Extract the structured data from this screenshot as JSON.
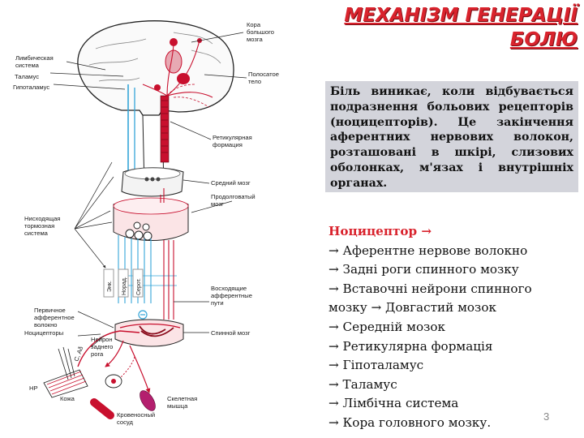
{
  "title_lines": [
    "МЕХАНІЗМ ГЕНЕРАЦІЇ",
    "БОЛЮ"
  ],
  "description": "Біль виникає, коли відбувається подразнення больових рецепторів (ноцицепторів). Це закінчення аферентних нервових волокон, розташовані в шкірі, слизових оболонках, м'язах і внутрішніх органах.",
  "chain": {
    "head": "Ноцицептор →",
    "steps": [
      "→ Аферентне нервове волокно",
      "→ Задні роги спинного мозку",
      "→ Вставочні нейрони спинного",
      "мозку → Довгастий мозок",
      "→ Середній мозок",
      "→ Ретикулярна формація",
      "→ Гіпоталамус",
      "→ Таламус",
      "→ Лімбічна система",
      "→ Кора головного мозку."
    ]
  },
  "page_number": "3",
  "diagram_labels": {
    "limbic": [
      "Лимбическая",
      "система"
    ],
    "thalamus": "Таламус",
    "hypothalamus": "Гипоталамус",
    "cortex": [
      "Кора",
      "большого",
      "мозга"
    ],
    "striatum": [
      "Полосатое",
      "тело"
    ],
    "reticular": [
      "Ретикулярная",
      "формация"
    ],
    "midbrain": "Средний мозг",
    "medulla": [
      "Продолговатый",
      "мозг"
    ],
    "descending": [
      "Нисходящая",
      "тормозная",
      "система"
    ],
    "ascending": [
      "Восходящие",
      "афферентные",
      "пути"
    ],
    "primary": [
      "Первичное",
      "афферентное",
      "волокно"
    ],
    "dorsal_horn": [
      "Нейрон",
      "заднего",
      "рога"
    ],
    "spinal": "Спинной мозг",
    "nociceptors": "Ноцицепторы",
    "skin": "Кожа",
    "blood_vessel": [
      "Кровеносный",
      "сосуд"
    ],
    "muscle": [
      "Скелетная",
      "мышца"
    ],
    "np": "НР",
    "fiber_c": "С, Аδ",
    "enk": "Энк.",
    "norad": "Норад.",
    "serot": "Серот."
  },
  "colors": {
    "title": "#d9232d",
    "accent_red": "#c8102e",
    "descending_blue": "#34a5d8",
    "box_bg": "#d3d4db"
  }
}
